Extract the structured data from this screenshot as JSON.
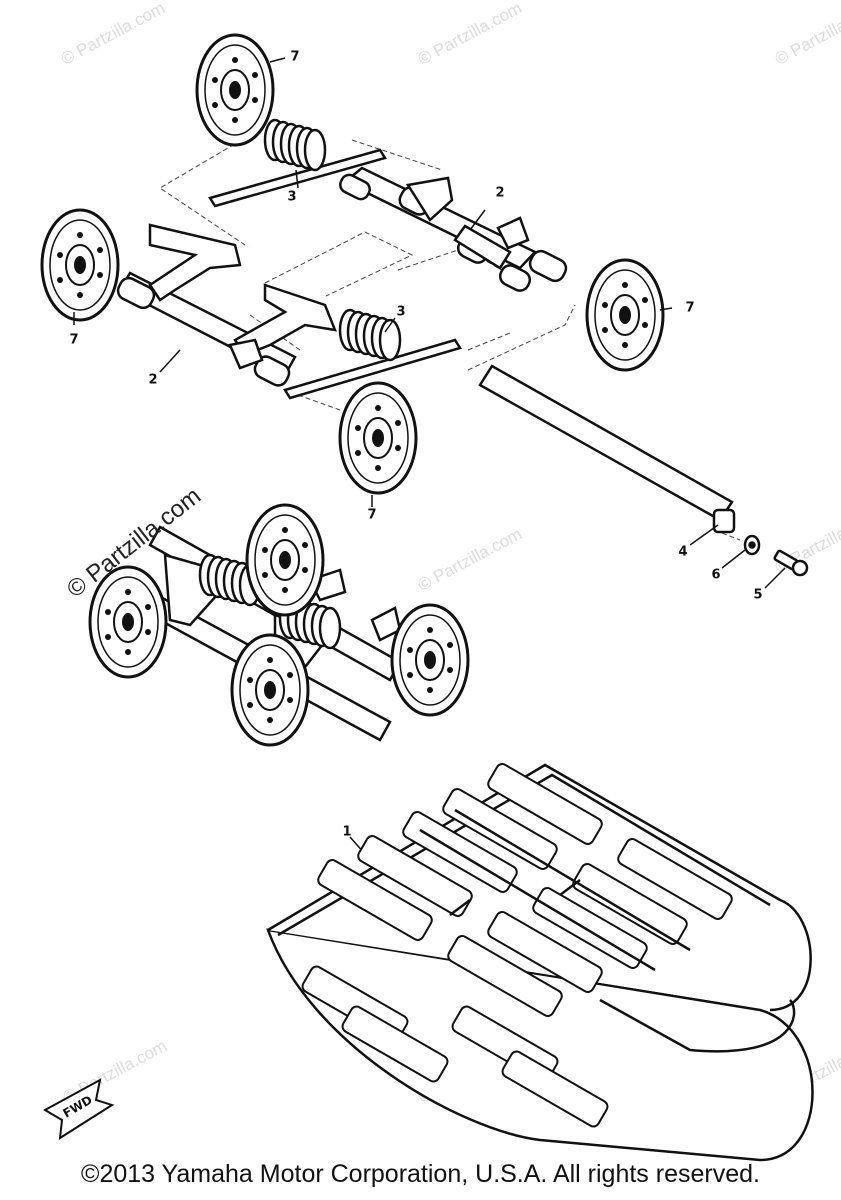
{
  "diagram": {
    "callouts": [
      "7",
      "3",
      "2",
      "7",
      "3",
      "7",
      "2",
      "7",
      "4",
      "6",
      "5",
      "1"
    ],
    "watermark": "© Partzilla.com",
    "watermark_faint": "© Partzilla.com",
    "fwd_label": "FWD",
    "copyright": "©2013  Yamaha Motor Corporation, U.S.A. All rights reserved."
  }
}
